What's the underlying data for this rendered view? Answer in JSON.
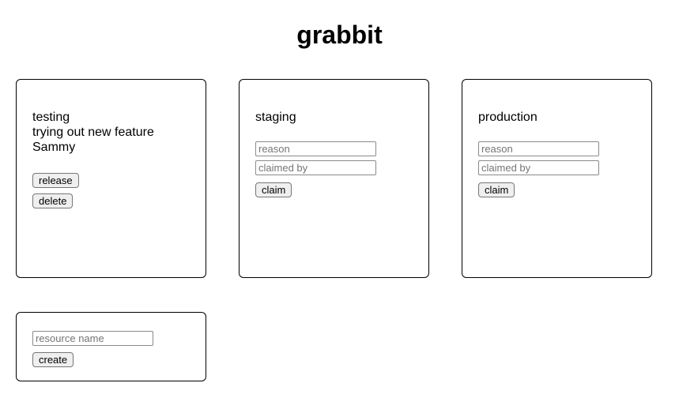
{
  "app": {
    "title": "grabbit"
  },
  "colors": {
    "background": "#ffffff",
    "text": "#000000",
    "card_border": "#000000",
    "button_background": "#efefef",
    "button_border": "#767676",
    "input_border": "#8a8a8a",
    "placeholder_text": "#757575"
  },
  "resources": [
    {
      "name": "testing",
      "state": "claimed",
      "reason": "trying out new feature",
      "claimed_by": "Sammy",
      "buttons": {
        "release": "release",
        "delete": "delete"
      }
    },
    {
      "name": "staging",
      "state": "unclaimed",
      "inputs": {
        "reason_placeholder": "reason",
        "claimed_by_placeholder": "claimed by"
      },
      "buttons": {
        "claim": "claim"
      }
    },
    {
      "name": "production",
      "state": "unclaimed",
      "inputs": {
        "reason_placeholder": "reason",
        "claimed_by_placeholder": "claimed by"
      },
      "buttons": {
        "claim": "claim"
      }
    }
  ],
  "create_panel": {
    "name_placeholder": "resource name",
    "create_label": "create"
  }
}
